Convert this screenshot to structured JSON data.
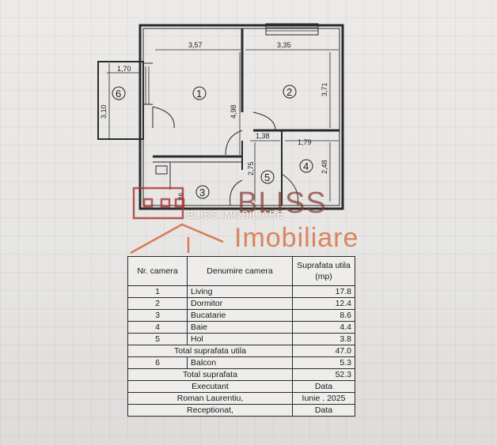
{
  "plan": {
    "dimensions": [
      "3,57",
      "3,35",
      "1,70",
      "3,10",
      "4,98",
      "3,71",
      "1,38",
      "1,79",
      "2,75",
      "2,48",
      ",46"
    ],
    "room_labels": [
      "1",
      "2",
      "3",
      "4",
      "5",
      "6"
    ]
  },
  "watermark": {
    "brand": "BLISS",
    "small": "BLISS IMOBILIARE",
    "line2": "Imobiliare"
  },
  "table": {
    "headers": {
      "nr": "Nr. camera",
      "name": "Denumire camera",
      "area": "Suprafata utila (mp)"
    },
    "rows": [
      {
        "nr": "1",
        "name": "Living",
        "area": "17.8"
      },
      {
        "nr": "2",
        "name": "Dormitor",
        "area": "12.4"
      },
      {
        "nr": "3",
        "name": "Bucatarie",
        "area": "8.6"
      },
      {
        "nr": "4",
        "name": "Baie",
        "area": "4.4"
      },
      {
        "nr": "5",
        "name": "Hol",
        "area": "3.8"
      }
    ],
    "total_util_label": "Total suprafata utila",
    "total_util_value": "47.0",
    "balcon": {
      "nr": "6",
      "name": "Balcon",
      "area": "5.3"
    },
    "total_label": "Total suprafata",
    "total_value": "52.3",
    "executant_label": "Executant",
    "executant_date_label": "Data",
    "executant_name": "Roman Laurentiu,",
    "executant_date": "Iunie . 2025",
    "receptionat_label": "Receptionat,",
    "receptionat_date": "Data"
  }
}
